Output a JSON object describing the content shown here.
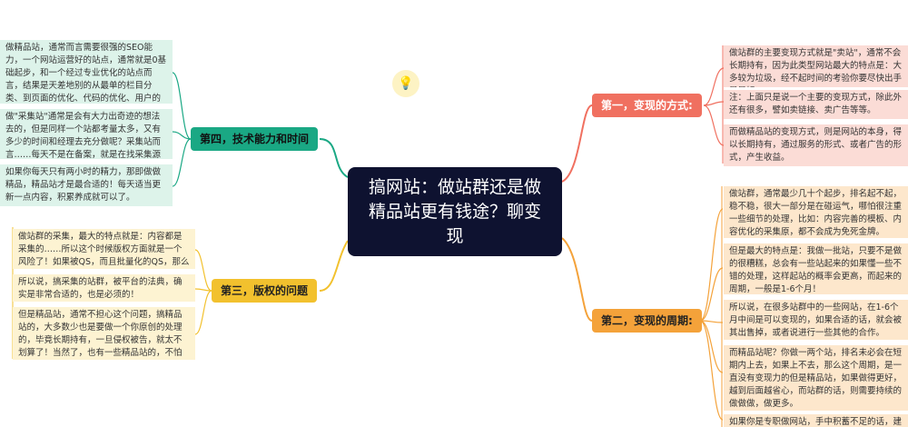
{
  "root": {
    "title": "搞网站：做站群还是做精品站更有钱途？聊变现"
  },
  "branches": {
    "monetize": {
      "label": "第一，变现的方式:",
      "leaves": [
        "做站群的主要变现方式就是\"卖站\"，通常不会长期持有，因为此类型网站最大的特点是：大多较为垃圾，经不起时间的考验你要尽快出手是最好。",
        "注：上面只是说一个主要的变现方式，除此外还有很多，譬如卖链接、卖广告等等。",
        "而做精品站的变现方式，则是网站的本身，得以长期持有，通过服务的形式、或者广告的形式，产生收益。"
      ]
    },
    "cycle": {
      "label": "第二，变现的周期:",
      "leaves": [
        "做站群，通常最少几十个起步，排名起不起，稳不稳，很大一部分是在碰运气，哪怕很注重一些细节的处理，比如：内容完善的模板、内容优化的采集原，都不会成为免死金牌。",
        "但是最大的特点是：我做一批站，只要不是做的很糟糕，总会有一些站起来的如果懂一些不错的处理，这样起站的概率会更高，而起来的周期，一般是1-6个月！",
        "所以说，在很多站群中的一些网站，在1-6个月中间是可以变现的，如果合适的话，就会被其出售掉，或者说进行一些其他的合作。",
        "而精品站呢？你做一两个站，排名未必会在短期内上去，如果上不去，那么这个周期，是一直没有变现力的但是精品站，如果做得更好，越到后面越省心，而站群的话，则需要持续的做做做，做更多。",
        "如果你是专职做网站，手中积蓄不足的话，建议"
      ]
    },
    "tech": {
      "label": "第四，技术能力和时间",
      "leaves": [
        "做精品站，通常而言需要很强的SEO能力，一个网站运营好的站点，通常就是0基础起步，和一个经过专业优化的站点而言，结果是天差地别的从最单的栏目分类、到页面的优化、代码的优化、用户的转换率，无一不需要认真考量。",
        "做\"采集站\"通常是会有大力出奇迹的想法去的，但是同样一个站都考量太多，又有多少的时间和经理去充分做呢？采集站而言……每天不是在备案，就是在找采集源和上线的路上。",
        "如果你每天只有两小时的精力，那即做做精品，精品站才是最合适的！每天适当更新一点内容，积累养成就可以了。"
      ]
    },
    "copyright": {
      "label": "第三，版权的问题",
      "leaves": [
        "做站群的采集，最大的特点就是：内容都是采集的……所以这个时候版权方面就是一个风险了！如果被QS，而且批量化的QS，那么会非常麻烦。",
        "所以说，搞采集的站群，被平台的法典，确实是非常合适的，也是必须的！",
        "但是精品站，通常不担心这个问题，搞精品站的，大多数少也是要做一个你原创的处理的，毕竟长期持有，一旦侵权被告，就太不划算了！当然了，也有一些精品站的，不怕侵权。"
      ]
    }
  },
  "colors": {
    "root": "#0e1230",
    "monetize": "#f07060",
    "cycle": "#f4a23a",
    "tech": "#1aa884",
    "copyright": "#f2c12e"
  },
  "icons": {
    "bulb": "lightbulb-icon"
  }
}
